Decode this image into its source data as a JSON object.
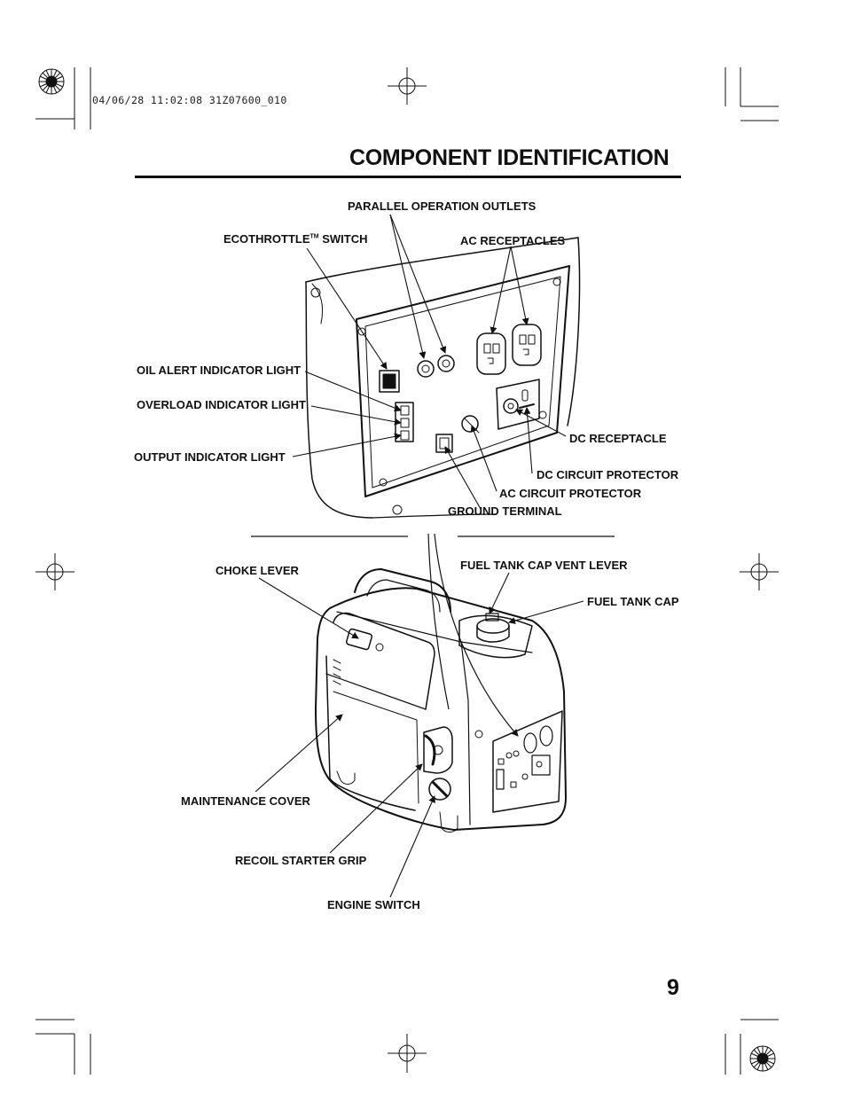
{
  "header": {
    "print_stamp": "04/06/28 11:02:08 31Z07600_010"
  },
  "page": {
    "title": "COMPONENT IDENTIFICATION",
    "number": "9"
  },
  "labels": {
    "parallel_operation_outlets": "PARALLEL OPERATION OUTLETS",
    "ecothrottle_switch_pre": "ECOTHROTTLE",
    "ecothrottle_switch_tm": "TM",
    "ecothrottle_switch_post": " SWITCH",
    "ac_receptacles": "AC RECEPTACLES",
    "oil_alert_indicator_light": "OIL ALERT INDICATOR LIGHT",
    "overload_indicator_light": "OVERLOAD INDICATOR LIGHT",
    "output_indicator_light": "OUTPUT INDICATOR LIGHT",
    "dc_receptacle": "DC RECEPTACLE",
    "dc_circuit_protector": "DC CIRCUIT PROTECTOR",
    "ac_circuit_protector": "AC CIRCUIT PROTECTOR",
    "ground_terminal": "GROUND TERMINAL",
    "choke_lever": "CHOKE LEVER",
    "fuel_tank_cap_vent_lever": "FUEL TANK CAP VENT LEVER",
    "fuel_tank_cap": "FUEL TANK CAP",
    "maintenance_cover": "MAINTENANCE COVER",
    "recoil_starter_grip": "RECOIL STARTER GRIP",
    "engine_switch": "ENGINE SWITCH"
  }
}
